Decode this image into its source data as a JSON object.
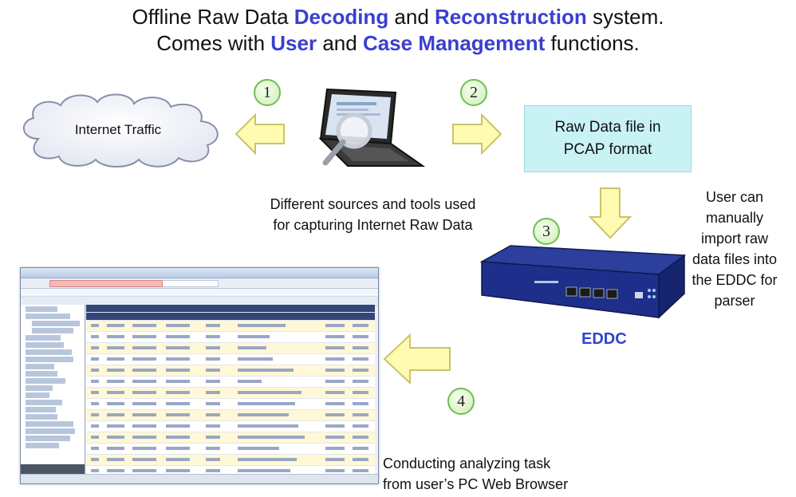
{
  "title": {
    "line1": {
      "pre": "Offline Raw Data ",
      "hl1": "Decoding",
      "mid": " and ",
      "hl2": "Reconstruction",
      "post": " system."
    },
    "line2": {
      "pre": "Comes with ",
      "hl1": "User",
      "mid": " and ",
      "hl2": "Case Management",
      "post": " functions."
    }
  },
  "steps": [
    "1",
    "2",
    "3",
    "4"
  ],
  "cloud_label": "Internet Traffic",
  "pcap_box": {
    "line1": "Raw Data file in",
    "line2": "PCAP format"
  },
  "sources_caption": {
    "line1": "Different sources and tools used",
    "line2": "for capturing Internet Raw Data"
  },
  "user_note": [
    "User can",
    "manually",
    "import raw",
    "data files into",
    "the EDDC for",
    "parser"
  ],
  "device_label": "EDDC",
  "browser_caption": {
    "line1": "Conducting analyzing task",
    "line2": "from user’s PC Web Browser"
  },
  "colors": {
    "highlight": "#3a3fcf",
    "arrow_fill": "#fffbb0",
    "arrow_stroke": "#c9c46a",
    "step_border": "#6fbf55",
    "pcap_fill": "#c9f2f5",
    "device_body": "#1d2f8a",
    "eddc_label": "#2f45c9"
  }
}
